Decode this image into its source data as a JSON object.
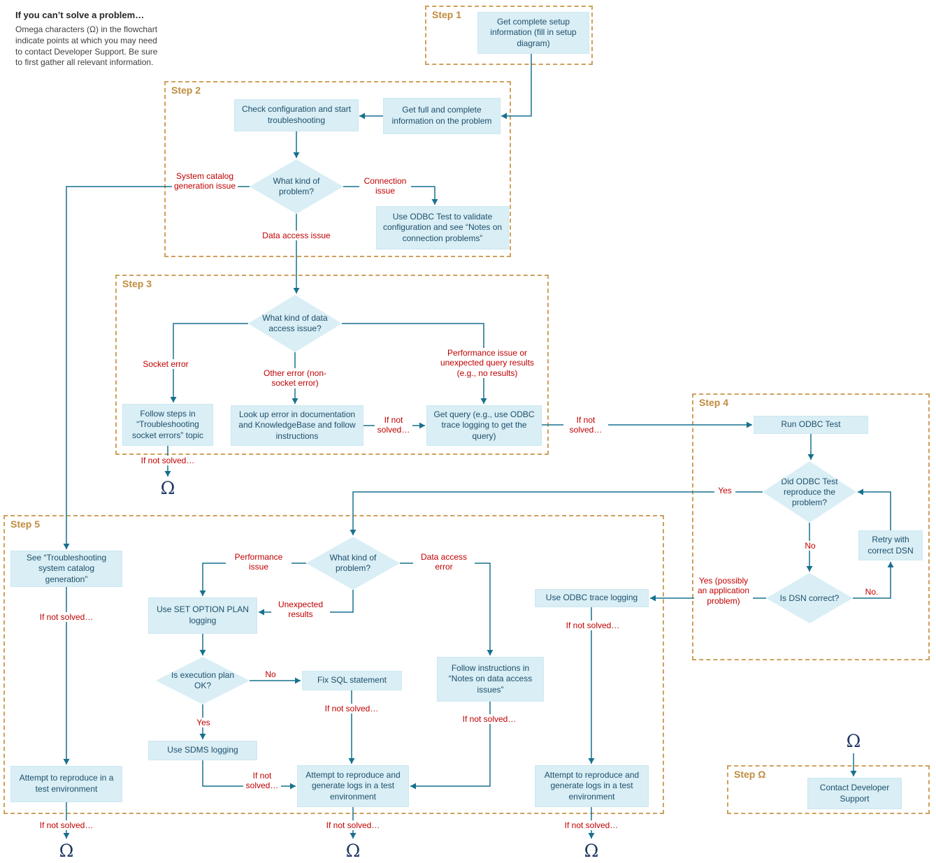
{
  "note": {
    "title": "If you can’t solve a problem…",
    "body": "Omega characters (Ω) in the flowchart indicate points at which you may need to contact Developer Support. Be sure to first gather all relevant information."
  },
  "colors": {
    "box_fill": "#d9eef5",
    "box_text": "#1d4f6b",
    "connector": "#17708e",
    "step_border": "#cfa05c",
    "step_label": "#bf8c3f",
    "branch_label": "#c00000",
    "omega_symbol": "#1f3864"
  },
  "steps": {
    "s1": "Step 1",
    "s2": "Step 2",
    "s3": "Step 3",
    "s4": "Step 4",
    "s5": "Step 5",
    "somega": "Step Ω"
  },
  "nodes": {
    "setup_info": "Get complete setup information (fill in setup diagram)",
    "full_info": "Get full and complete information on the problem",
    "check_config": "Check configuration and start troubleshooting",
    "problem_kind": "What kind of problem?",
    "odbc_validate": "Use ODBC Test to validate configuration and see “Notes on connection problems”",
    "data_access_kind": "What kind of data access issue?",
    "socket_steps": "Follow steps in “Troubleshooting socket errors” topic",
    "lookup_error": "Look up error in documentation and KnowledgeBase and follow instructions",
    "get_query": "Get query (e.g., use ODBC trace logging to get the query)",
    "run_odbc": "Run ODBC Test",
    "odbc_reproduce": "Did ODBC Test reproduce the problem?",
    "retry_dsn": "Retry with correct DSN",
    "dsn_correct": "Is DSN correct?",
    "use_trace": "Use ODBC trace logging",
    "see_catalog": "See “Troubleshooting system catalog generation”",
    "problem_kind2": "What kind of problem?",
    "set_option": "Use SET OPTION PLAN logging",
    "follow_notes": "Follow instructions in “Notes on data access issues”",
    "exec_plan": "Is execution plan OK?",
    "fix_sql": "Fix SQL statement",
    "sdms": "Use SDMS logging",
    "reproduce_test": "Attempt to reproduce in a test environment",
    "reproduce_logs": "Attempt to reproduce and generate logs in a test environment",
    "contact_support": "Contact Developer Support"
  },
  "labels": {
    "system_catalog": "System catalog generation issue",
    "connection": "Connection issue",
    "data_access": "Data access issue",
    "socket_error": "Socket error",
    "other_error": "Other error (non-socket error)",
    "perf_query": "Performance issue or unexpected query results (e.g., no results)",
    "if_not_solved": "If not solved…",
    "yes": "Yes",
    "no": "No",
    "no_period": "No.",
    "yes_app": "Yes (possibly an application problem)",
    "performance_issue": "Performance issue",
    "unexpected_results": "Unexpected results",
    "data_access_error": "Data access error"
  },
  "omega": "Ω"
}
